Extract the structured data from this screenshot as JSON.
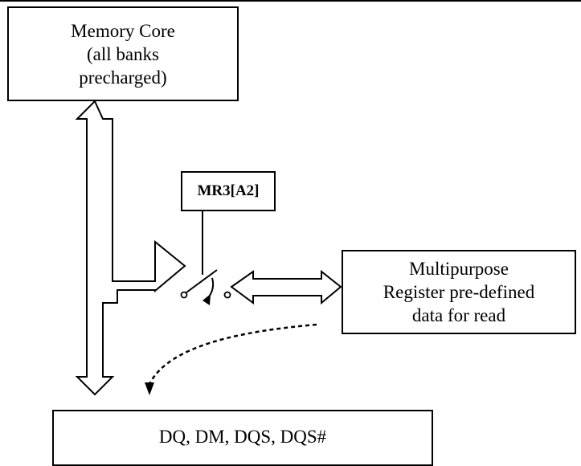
{
  "diagram": {
    "memory_core": {
      "label": "Memory Core\n(all banks\nprecharged)"
    },
    "mode_register": {
      "label": "MR3[A2]"
    },
    "multipurpose_register": {
      "label": "Multipurpose\nRegister pre-defined\ndata for read"
    },
    "data_pins": {
      "label": "DQ, DM, DQS, DQS#"
    }
  }
}
